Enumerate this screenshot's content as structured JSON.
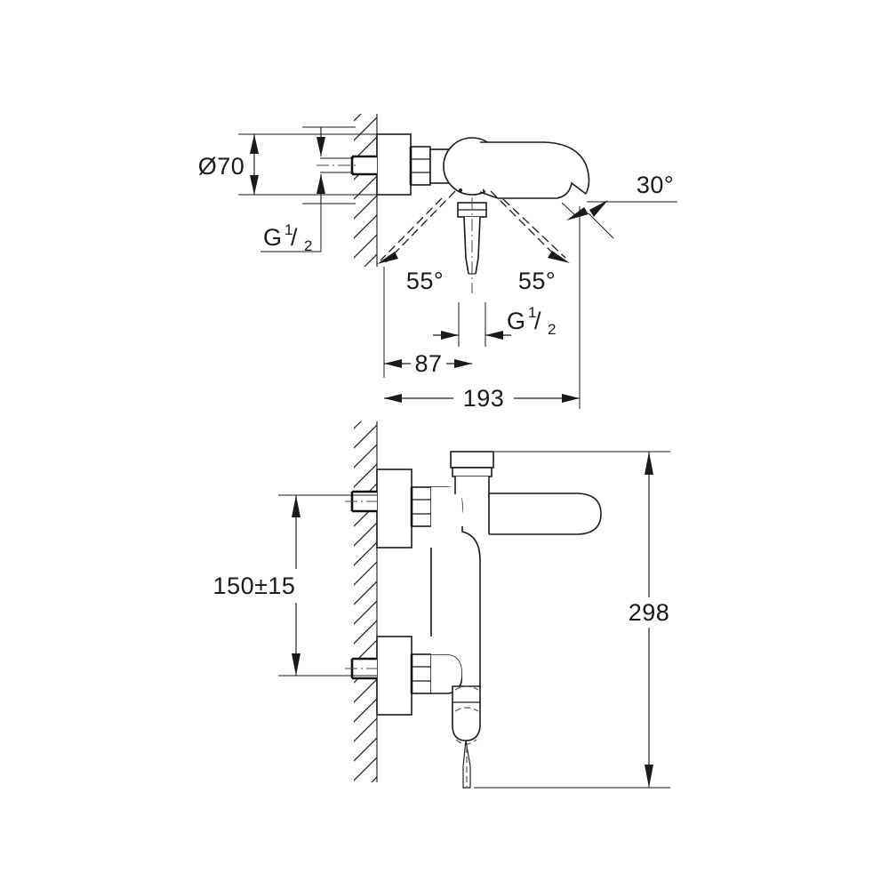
{
  "document": {
    "type": "technical-dimension-drawing",
    "subject": "Wall-mounted single-lever bath/shower mixer tap",
    "background_color": "#ffffff",
    "line_color": "#1a1a1a"
  },
  "views": {
    "top": {
      "name": "top-view",
      "description": "Plan view showing swivel range of the spout and handle"
    },
    "front": {
      "name": "front-view",
      "description": "Elevation view showing mixer body mounted on wall"
    }
  },
  "dimensions": {
    "diameter_flange": {
      "label": "Ø70",
      "value": 70,
      "unit": "mm",
      "symbol": "Ø"
    },
    "thread_top": {
      "label_g": "G",
      "label_num": "1",
      "label_slash": "/",
      "label_den": "2",
      "full": "G 1/2"
    },
    "thread_center": {
      "label_g": "G",
      "label_num": "1",
      "label_slash": "/",
      "label_den": "2",
      "full": "G 1/2"
    },
    "angle_left": {
      "label": "55°",
      "value": 55,
      "unit": "degrees"
    },
    "angle_right": {
      "label": "55°",
      "value": 55,
      "unit": "degrees"
    },
    "angle_spout": {
      "label": "30°",
      "value": 30,
      "unit": "degrees"
    },
    "offset_87": {
      "label": "87",
      "value": 87,
      "unit": "mm"
    },
    "length_193": {
      "label": "193",
      "value": 193,
      "unit": "mm"
    },
    "spacing_150": {
      "label": "150±15",
      "value": 150,
      "tolerance": 15,
      "unit": "mm"
    },
    "height_298": {
      "label": "298",
      "value": 298,
      "unit": "mm"
    }
  }
}
